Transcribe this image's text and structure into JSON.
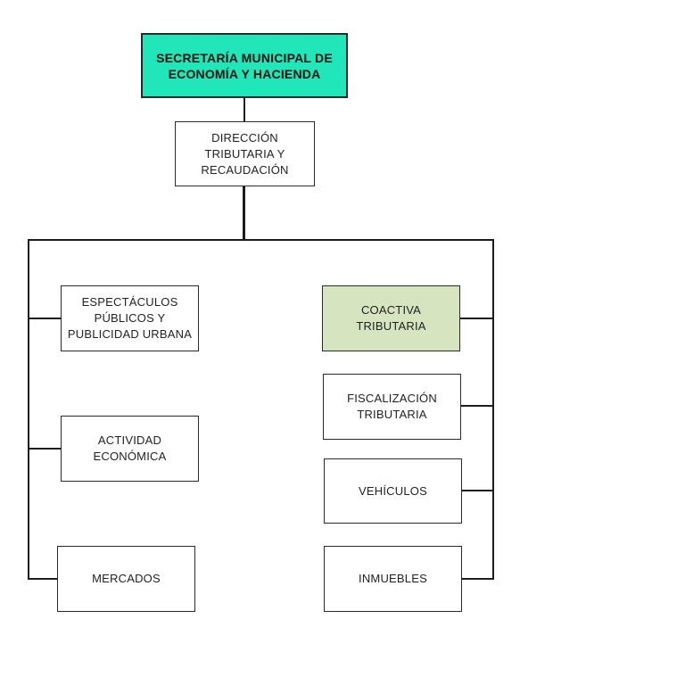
{
  "colors": {
    "top_fill": "#21e6b9",
    "highlight_fill": "#d6e4bf",
    "box_fill": "#ffffff",
    "line": "#1c1c1c"
  },
  "root": {
    "label": "SECRETARÍA MUNICIPAL DE ECONOMÍA Y HACIENDA"
  },
  "direction": {
    "label": "DIRECCIÓN TRIBUTARIA Y RECAUDACIÓN"
  },
  "left_units": [
    {
      "label": "ESPECTÁCULOS PÚBLICOS Y PUBLICIDAD URBANA"
    },
    {
      "label": "ACTIVIDAD ECONÓMICA"
    },
    {
      "label": "MERCADOS"
    }
  ],
  "right_units": [
    {
      "label": "COACTIVA TRIBUTARIA"
    },
    {
      "label": "FISCALIZACIÓN TRIBUTARIA"
    },
    {
      "label": "VEHÍCULOS"
    },
    {
      "label": "INMUEBLES"
    }
  ]
}
